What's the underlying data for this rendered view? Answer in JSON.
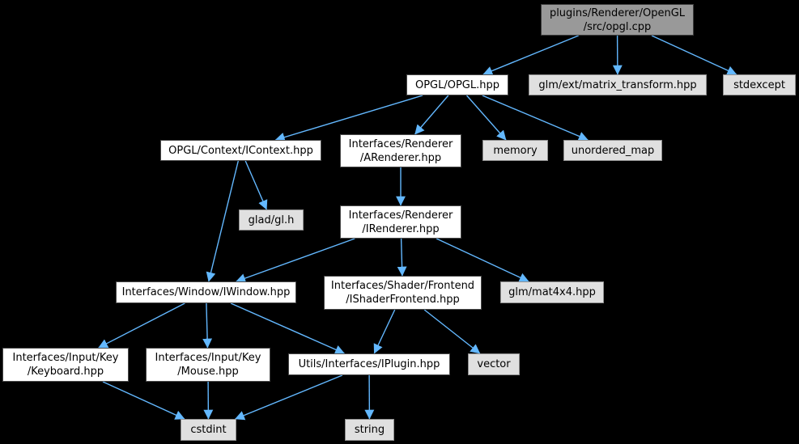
{
  "diagram": {
    "type": "include-dependency-graph",
    "colors": {
      "background": "#000000",
      "edge": "#63b8ff",
      "focus_node_fill": "#999999",
      "internal_node_fill": "#ffffff",
      "external_node_fill": "#e0e0e0",
      "node_text": "#000000"
    },
    "nodes": [
      {
        "id": "opgl_cpp",
        "label": "plugins/Renderer/OpenGL\n/src/opgl.cpp",
        "type": "focus"
      },
      {
        "id": "opgl_hpp",
        "label": "OPGL/OPGL.hpp",
        "type": "internal"
      },
      {
        "id": "matrix_transform",
        "label": "glm/ext/matrix_transform.hpp",
        "type": "external"
      },
      {
        "id": "stdexcept",
        "label": "stdexcept",
        "type": "external"
      },
      {
        "id": "icontext",
        "label": "OPGL/Context/IContext.hpp",
        "type": "internal"
      },
      {
        "id": "arenderer",
        "label": "Interfaces/Renderer\n/ARenderer.hpp",
        "type": "internal"
      },
      {
        "id": "memory",
        "label": "memory",
        "type": "external"
      },
      {
        "id": "unordered_map",
        "label": "unordered_map",
        "type": "external"
      },
      {
        "id": "glad_gl",
        "label": "glad/gl.h",
        "type": "external"
      },
      {
        "id": "irenderer",
        "label": "Interfaces/Renderer\n/IRenderer.hpp",
        "type": "internal"
      },
      {
        "id": "iwindow",
        "label": "Interfaces/Window/IWindow.hpp",
        "type": "internal"
      },
      {
        "id": "ishaderfrontend",
        "label": "Interfaces/Shader/Frontend\n/IShaderFrontend.hpp",
        "type": "internal"
      },
      {
        "id": "mat4x4",
        "label": "glm/mat4x4.hpp",
        "type": "external"
      },
      {
        "id": "keyboard",
        "label": "Interfaces/Input/Key\n/Keyboard.hpp",
        "type": "internal"
      },
      {
        "id": "mouse",
        "label": "Interfaces/Input/Key\n/Mouse.hpp",
        "type": "internal"
      },
      {
        "id": "iplugin",
        "label": "Utils/Interfaces/IPlugin.hpp",
        "type": "internal"
      },
      {
        "id": "vector",
        "label": "vector",
        "type": "external"
      },
      {
        "id": "cstdint",
        "label": "cstdint",
        "type": "external"
      },
      {
        "id": "string",
        "label": "string",
        "type": "external"
      }
    ],
    "edges": [
      {
        "from": "opgl_cpp",
        "to": "opgl_hpp"
      },
      {
        "from": "opgl_cpp",
        "to": "matrix_transform"
      },
      {
        "from": "opgl_cpp",
        "to": "stdexcept"
      },
      {
        "from": "opgl_hpp",
        "to": "icontext"
      },
      {
        "from": "opgl_hpp",
        "to": "arenderer"
      },
      {
        "from": "opgl_hpp",
        "to": "memory"
      },
      {
        "from": "opgl_hpp",
        "to": "unordered_map"
      },
      {
        "from": "icontext",
        "to": "glad_gl"
      },
      {
        "from": "icontext",
        "to": "iwindow"
      },
      {
        "from": "arenderer",
        "to": "irenderer"
      },
      {
        "from": "irenderer",
        "to": "iwindow"
      },
      {
        "from": "irenderer",
        "to": "ishaderfrontend"
      },
      {
        "from": "irenderer",
        "to": "mat4x4"
      },
      {
        "from": "iwindow",
        "to": "keyboard"
      },
      {
        "from": "iwindow",
        "to": "mouse"
      },
      {
        "from": "iwindow",
        "to": "iplugin"
      },
      {
        "from": "ishaderfrontend",
        "to": "iplugin"
      },
      {
        "from": "ishaderfrontend",
        "to": "vector"
      },
      {
        "from": "keyboard",
        "to": "cstdint"
      },
      {
        "from": "mouse",
        "to": "cstdint"
      },
      {
        "from": "iplugin",
        "to": "cstdint"
      },
      {
        "from": "iplugin",
        "to": "string"
      }
    ]
  }
}
